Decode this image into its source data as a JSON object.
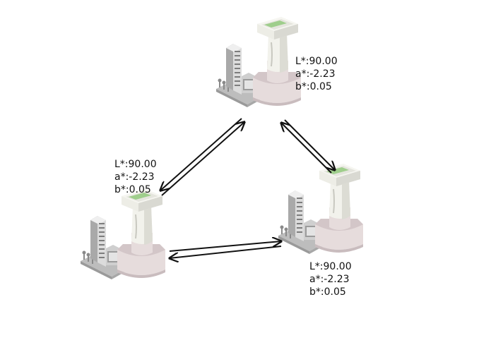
{
  "nodes": [
    {
      "id": "top",
      "readings": {
        "L": "L*:90.00",
        "a": "a*:-2.23",
        "b": "b*:0.05"
      }
    },
    {
      "id": "left",
      "readings": {
        "L": "L*:90.00",
        "a": "a*:-2.23",
        "b": "b*:0.05"
      }
    },
    {
      "id": "right",
      "readings": {
        "L": "L*:90.00",
        "a": "a*:-2.23",
        "b": "b*:0.05"
      }
    }
  ],
  "colors": {
    "cradle": "#e6dcdc",
    "cradle_shade": "#cfc3c5",
    "device_body": "#efefea",
    "device_shade": "#d8d8d2",
    "device_head_top": "#9fce8c",
    "building_light": "#d7d7d7",
    "building_dark": "#8f8f8f",
    "ground": "#b9b9b9",
    "arrow": "#111111"
  },
  "icons": [
    "colorimeter-station-icon",
    "colorimeter-station-icon",
    "colorimeter-station-icon"
  ]
}
